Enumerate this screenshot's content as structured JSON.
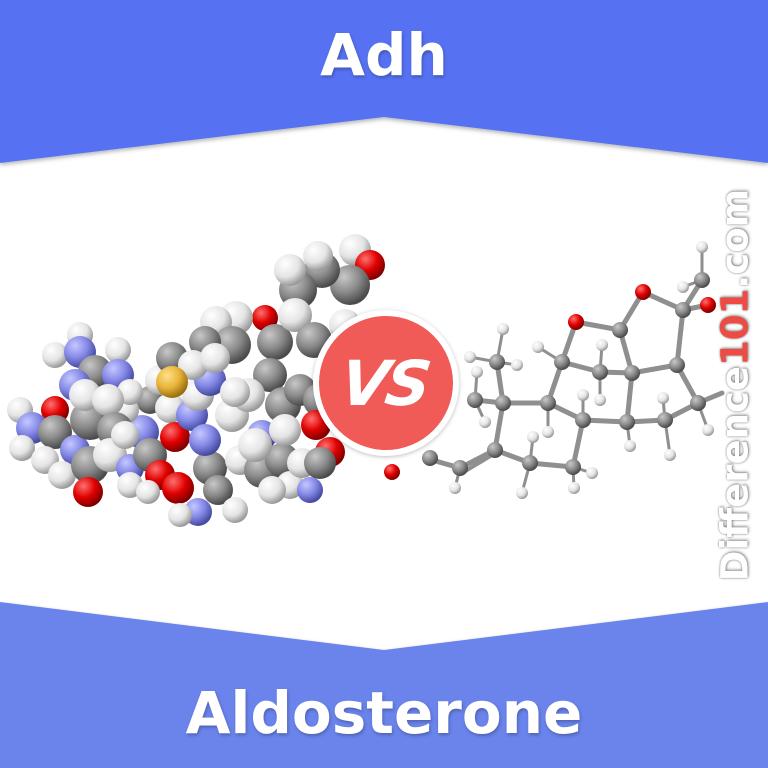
{
  "header": {
    "title": "Adh",
    "band_color": "#5672F2"
  },
  "footer": {
    "title": "Aldosterone",
    "band_color": "#6B84EC"
  },
  "vs_badge": {
    "label": "VS",
    "color": "#F05A57",
    "border_color": "#FFFFFF"
  },
  "watermark": {
    "prefix": "Difference",
    "number": "101",
    "suffix": ".com",
    "number_color": "#EE4B44"
  },
  "atom_colors": {
    "hydrogen": "#F2F2F2",
    "carbon": "#8C8C8C",
    "nitrogen": "#8A8FE8",
    "oxygen": "#E60000",
    "sulfur": "#E8B43A"
  },
  "molecules": {
    "left": {
      "name": "Adh",
      "style": "space-filling"
    },
    "right": {
      "name": "Aldosterone",
      "style": "ball-and-stick"
    }
  }
}
